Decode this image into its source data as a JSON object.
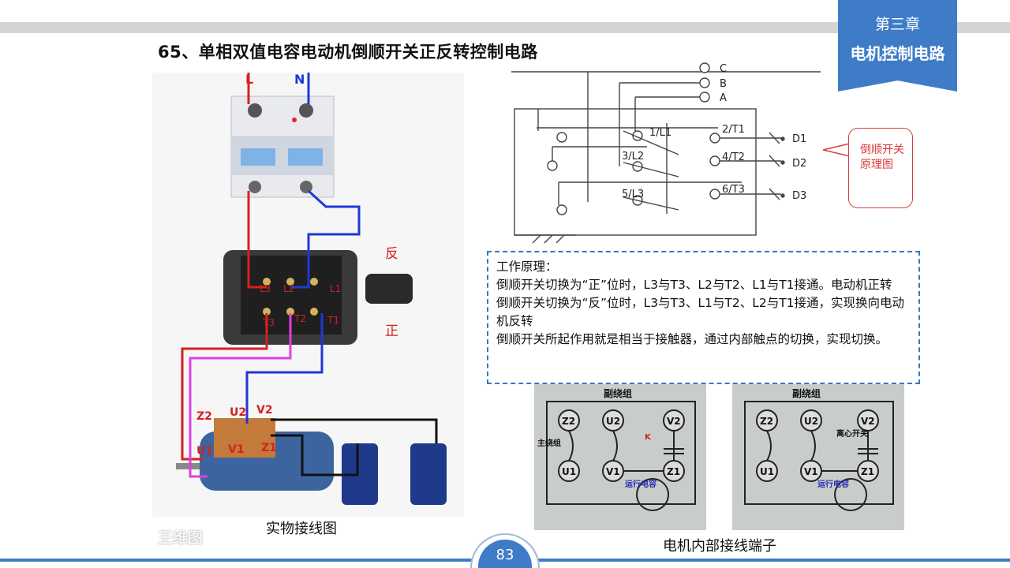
{
  "header": {
    "chapter": "第三章",
    "chapter_title": "电机控制电路",
    "slide_title": "65、单相双值电容电动机倒顺开关正反转控制电路"
  },
  "photo": {
    "caption": "实物接线图",
    "labels": {
      "L": "L",
      "N": "N",
      "fan": "反",
      "zheng": "正",
      "L3": "L3",
      "L2": "L2",
      "L1": "L1",
      "T3": "T3",
      "T2": "T2",
      "T1": "T1",
      "Z2": "Z2",
      "U2": "U2",
      "V2": "V2",
      "U1": "U1",
      "V1": "V1",
      "Z1": "Z1"
    }
  },
  "diagram": {
    "labels": {
      "A": "A",
      "B": "B",
      "C": "C",
      "p1": "1/L1",
      "p2": "2/T1",
      "p3": "3/L2",
      "p4": "4/T2",
      "p5": "5/L3",
      "p6": "6/T3",
      "d1": "D1",
      "d2": "D2",
      "d3": "D3"
    },
    "callout": "倒顺开关原理图"
  },
  "principle": {
    "title": "工作原理：",
    "line1": "倒顺开关切换为“正”位时，L3与T3、L2与T2、L1与T1接通。电动机正转",
    "line2": "倒顺开关切换为“反”位时，L3与T3、L1与T2、L2与T1接通，实现换向电动机反转",
    "line3": "倒顺开关所起作用就是相当于接触器，通过内部触点的切换，实现切换。"
  },
  "wiring": {
    "caption": "电机内部接线端子",
    "top_label": "副绕组",
    "main_label": "主绕组",
    "run_cap": "运行电容",
    "k": "K",
    "centrifugal": "离心开关",
    "terminals": {
      "Z2": "Z2",
      "U2": "U2",
      "V2": "V2",
      "U1": "U1",
      "V1": "V1",
      "Z1": "Z1"
    }
  },
  "footer": {
    "page": "83",
    "watermark": "王维图"
  },
  "colors": {
    "accent": "#3f7cc8",
    "red": "#d83a3a"
  }
}
